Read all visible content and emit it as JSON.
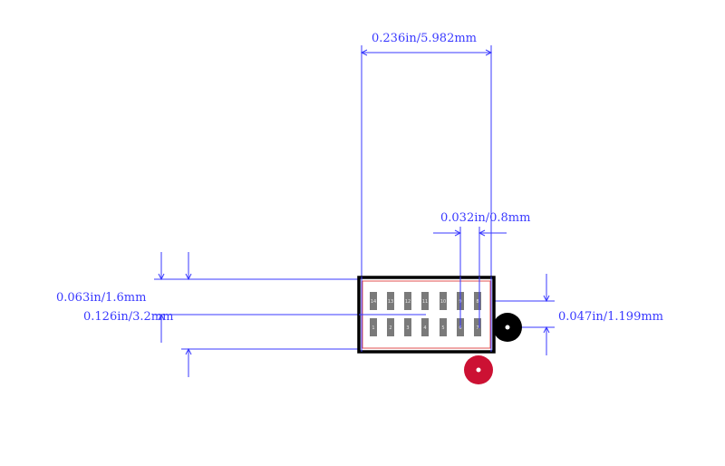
{
  "dimensions": {
    "top_width": "0.236in/5.982mm",
    "pitch": "0.032in/0.8mm",
    "left_outer": "0.063in/1.6mm",
    "left_inner": "0.126in/3.2mm",
    "right_height": "0.047in/1.199mm"
  },
  "pins": {
    "top_row": [
      "14",
      "13",
      "12",
      "11",
      "10",
      "9",
      "8"
    ],
    "bottom_row": [
      "1",
      "2",
      "3",
      "4",
      "5",
      "6",
      "7"
    ]
  },
  "colors": {
    "dimension": "#3a3aff",
    "outline": "#000000",
    "body": "#e05050",
    "pad": "#7a7a7a",
    "pin1_marker": "#cc1133"
  }
}
